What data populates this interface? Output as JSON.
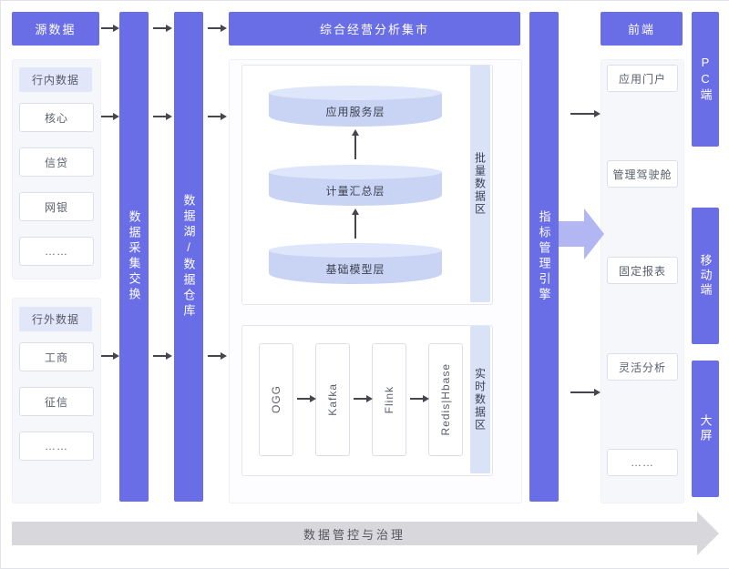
{
  "colors": {
    "primary": "#6a6ee6",
    "lavender_label": "#e2e6f9",
    "cylinder_fill": "#c9d4f4",
    "zone_strip": "#d9e2f7",
    "flow_big_arrow": "#b2b6f2",
    "governance_arrow": "#d8d8dc"
  },
  "icons": {
    "flow_arrow": "arrow-right",
    "layer_arrow": "arrow-up"
  },
  "source": {
    "title": "源数据",
    "internal": {
      "label": "行内数据",
      "items": [
        "核心",
        "信贷",
        "网银",
        "……"
      ]
    },
    "external": {
      "label": "行外数据",
      "items": [
        "工商",
        "征信",
        "……"
      ]
    }
  },
  "bars": {
    "collect": "数据采集交换",
    "lake": "数据湖/数据仓库",
    "engine": "指标管理引擎"
  },
  "market": {
    "title": "综合经营分析集市",
    "batch_zone": "批量数据区",
    "batch_layers": [
      "应用服务层",
      "计量汇总层",
      "基础模型层"
    ],
    "realtime_zone": "实时数据区",
    "realtime_components": [
      "OGG",
      "Kafka",
      "Flink",
      "Redis|Hbase"
    ]
  },
  "frontend": {
    "title": "前端",
    "items": [
      "应用门户",
      "管理驾驶舱",
      "固定报表",
      "灵活分析",
      "……"
    ]
  },
  "channels": [
    "PC端",
    "移动端",
    "大屏"
  ],
  "governance": "数据管控与治理"
}
